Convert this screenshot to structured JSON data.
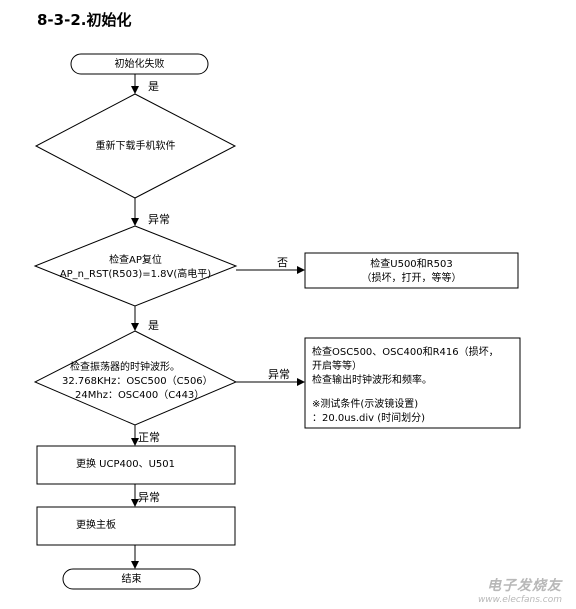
{
  "title": "8-3-2.初始化",
  "nodes": {
    "start": "初始化失败",
    "reflash": "重新下载手机软件",
    "ap_reset_line1": "检查AP复位",
    "ap_reset_line2": "AP_n_RST(R503)=1.8V(高电平)",
    "check_u500_line1": "检查U500和R503",
    "check_u500_line2": "（损坏，打开，等等）",
    "osc_line1": "检查振荡器的时钟波形。",
    "osc_line2": "32.768KHz：OSC500（C506）",
    "osc_line3": "24Mhz：OSC400（C443）",
    "osc_check_line1": "检查OSC500、OSC400和R416（损坏，",
    "osc_check_line2": "开启等等）",
    "osc_check_line3": "检查输出时钟波形和频率。",
    "osc_check_line4": "※测试条件(示波镜设置)",
    "osc_check_line5": "：20.0us.div (时间划分)",
    "replace_ucp": "更换 UCP400、U501",
    "replace_board": "更换主板",
    "end": "结束"
  },
  "edges": {
    "yes1": "是",
    "abnormal1": "异常",
    "no": "否",
    "yes2": "是",
    "abnormal2": "异常",
    "normal": "正常",
    "abnormal3": "异常"
  },
  "watermark": {
    "line1": "电子发烧友",
    "line2": "www.elecfans.com"
  }
}
